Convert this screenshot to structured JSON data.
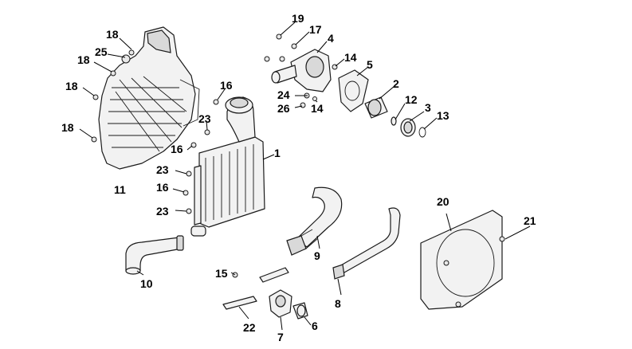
{
  "diagram": {
    "callouts": [
      {
        "id": "c1",
        "label": "1"
      },
      {
        "id": "c2",
        "label": "2"
      },
      {
        "id": "c3",
        "label": "3"
      },
      {
        "id": "c4",
        "label": "4"
      },
      {
        "id": "c5",
        "label": "5"
      },
      {
        "id": "c6",
        "label": "6"
      },
      {
        "id": "c7",
        "label": "7"
      },
      {
        "id": "c8",
        "label": "8"
      },
      {
        "id": "c9",
        "label": "9"
      },
      {
        "id": "c10",
        "label": "10"
      },
      {
        "id": "c11",
        "label": "11"
      },
      {
        "id": "c12",
        "label": "12"
      },
      {
        "id": "c13",
        "label": "13"
      },
      {
        "id": "c14a",
        "label": "14"
      },
      {
        "id": "c14b",
        "label": "14"
      },
      {
        "id": "c15",
        "label": "15"
      },
      {
        "id": "c16a",
        "label": "16"
      },
      {
        "id": "c16b",
        "label": "16"
      },
      {
        "id": "c16c",
        "label": "16"
      },
      {
        "id": "c17",
        "label": "17"
      },
      {
        "id": "c18a",
        "label": "18"
      },
      {
        "id": "c18b",
        "label": "18"
      },
      {
        "id": "c18c",
        "label": "18"
      },
      {
        "id": "c18d",
        "label": "18"
      },
      {
        "id": "c19",
        "label": "19"
      },
      {
        "id": "c20",
        "label": "20"
      },
      {
        "id": "c21",
        "label": "21"
      },
      {
        "id": "c22",
        "label": "22"
      },
      {
        "id": "c23a",
        "label": "23"
      },
      {
        "id": "c23b",
        "label": "23"
      },
      {
        "id": "c23c",
        "label": "23"
      },
      {
        "id": "c24",
        "label": "24"
      },
      {
        "id": "c25",
        "label": "25"
      },
      {
        "id": "c26",
        "label": "26"
      }
    ]
  }
}
